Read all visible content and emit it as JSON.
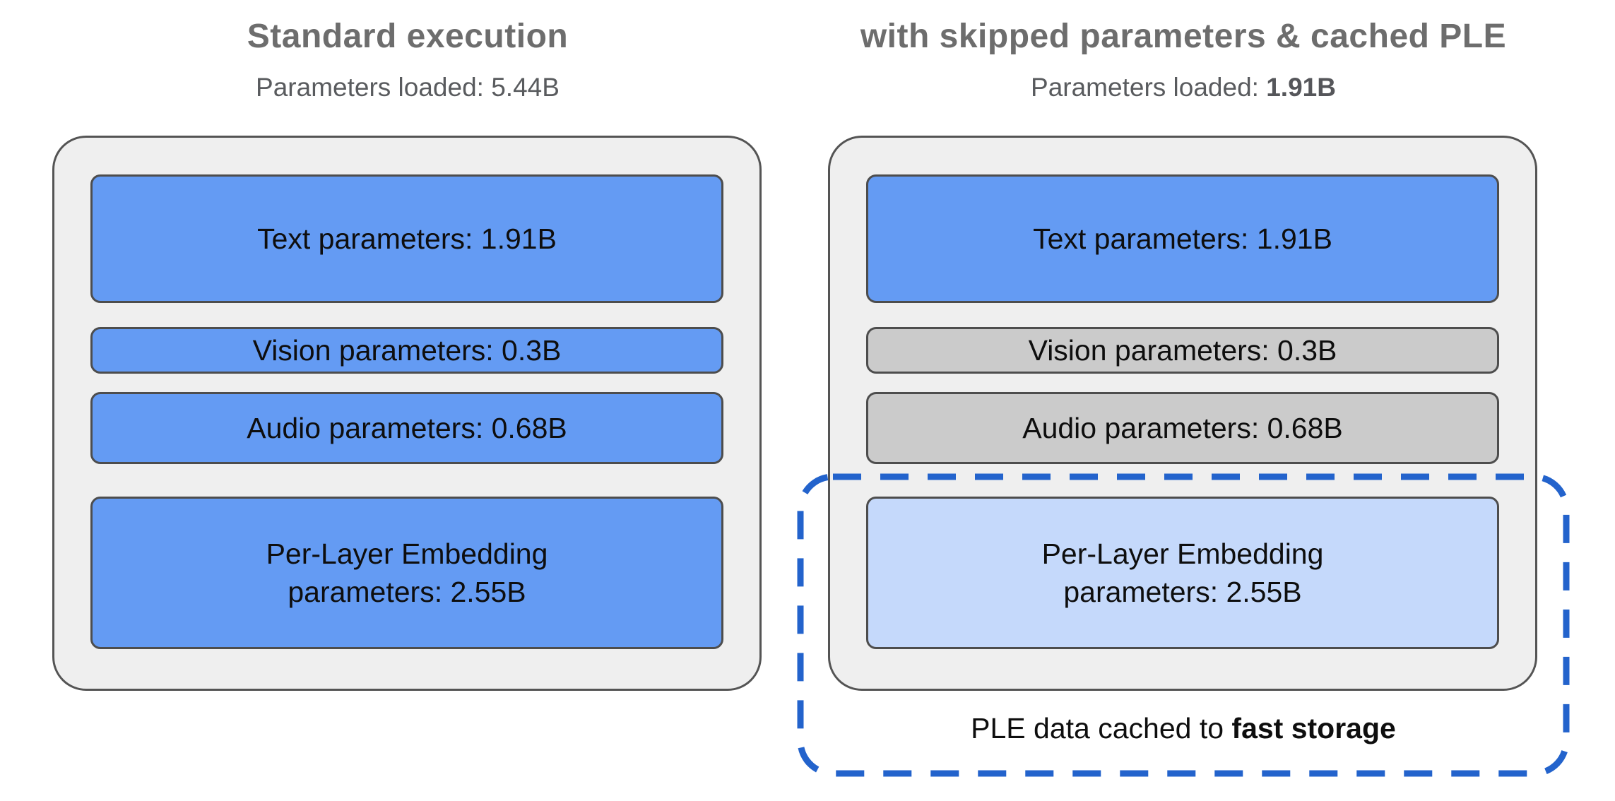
{
  "left_panel": {
    "title": "Standard execution",
    "subtitle_prefix": "Parameters loaded: ",
    "subtitle_value": "5.44B",
    "boxes": [
      {
        "label": "Text parameters: 1.91B",
        "state": "loaded"
      },
      {
        "label": "Vision parameters: 0.3B",
        "state": "loaded"
      },
      {
        "label": "Audio parameters: 0.68B",
        "state": "loaded"
      },
      {
        "line1": "Per-Layer Embedding",
        "line2": "parameters: 2.55B",
        "state": "loaded"
      }
    ]
  },
  "right_panel": {
    "title": "with skipped parameters & cached PLE",
    "subtitle_prefix": "Parameters loaded: ",
    "subtitle_value": "1.91B",
    "boxes": [
      {
        "label": "Text parameters: 1.91B",
        "state": "loaded"
      },
      {
        "label": "Vision parameters: 0.3B",
        "state": "skipped"
      },
      {
        "label": "Audio parameters: 0.68B",
        "state": "skipped"
      },
      {
        "line1": "Per-Layer Embedding",
        "line2": "parameters: 2.55B",
        "state": "cached"
      }
    ],
    "cache_note_prefix": "PLE data cached to ",
    "cache_note_bold": "fast storage"
  },
  "colors": {
    "loaded_blue": "#649bf3",
    "cached_light_blue": "#c5d9fb",
    "skipped_gray": "#cbcbcb",
    "panel_background": "#efefef",
    "panel_border": "#545454",
    "box_border": "#4d4d4d",
    "dashed_outline_blue": "#2363cc",
    "heading_gray": "#6d6d6d",
    "subtitle_gray": "#595b5e"
  }
}
